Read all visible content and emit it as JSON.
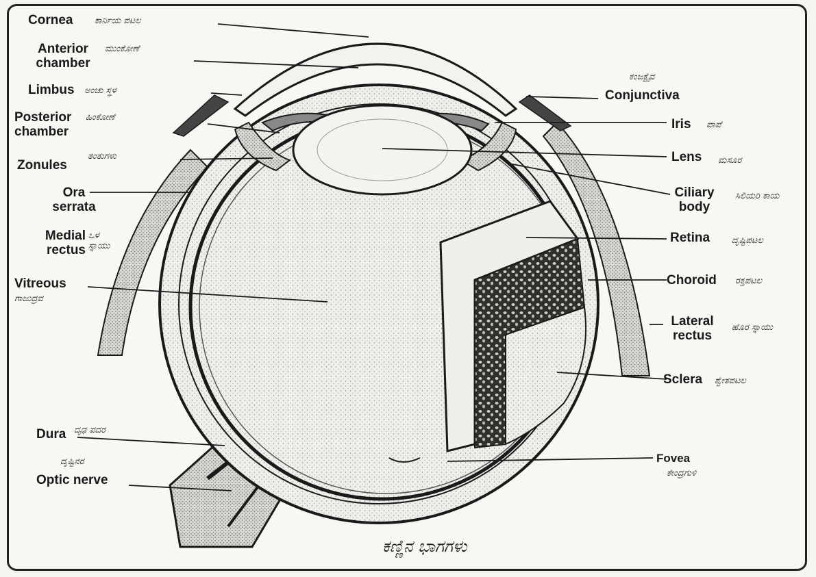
{
  "labels": {
    "cornea": "Cornea",
    "anterior_chamber": [
      "Anterior",
      "chamber"
    ],
    "limbus": "Limbus",
    "posterior_chamber": [
      "Posterior",
      "chamber"
    ],
    "zonules": "Zonules",
    "ora_serrata": [
      "Ora",
      "serrata"
    ],
    "medial_rectus": [
      "Medial",
      "rectus"
    ],
    "vitreous": "Vitreous",
    "dura": "Dura",
    "optic_nerve": "Optic nerve",
    "conjunctiva": "Conjunctiva",
    "iris": "Iris",
    "lens": "Lens",
    "ciliary_body": [
      "Ciliary",
      "body"
    ],
    "retina": "Retina",
    "choroid": "Choroid",
    "lateral_rectus": [
      "Lateral",
      "rectus"
    ],
    "sclera": "Sclera",
    "fovea": "Fovea"
  },
  "kannada": {
    "cornea": "ಕಾರ್ನಿಯ ಪಟಲ",
    "anterior_chamber": "ಮುಂಕೋಣೆ",
    "limbus": "ಅಂಚು ಸ್ಥಳ",
    "posterior_chamber": "ಹಿಂಕೋಣೆ",
    "zonules": "ತಂತುಗಳು",
    "medial_rectus": "ಒಳ ಸ್ನಾಯು",
    "vitreous": "ಗಾಜುದ್ರವ",
    "dura": "ದೃಢ ಪದರ",
    "optic_nerve": "ದೃಷ್ಟಿನರ",
    "conjunctiva": "ಕಂಜಕ್ಟೈವ",
    "iris": "ಪಾಪೆ",
    "lens": "ಮಸೂರ",
    "ciliary_body": "ಸಿಲಿಯರಿ ಕಾಯ",
    "retina": "ದೃಷ್ಟಿಪಟಲ",
    "choroid": "ರಕ್ತಪಟಲ",
    "lateral_rectus": "ಹೊರ ಸ್ನಾಯು",
    "sclera": "ಶ್ವೇತಪಟಲ",
    "fovea": "ಕೇಂದ್ರಗುಳಿ"
  },
  "caption": "ಕಣ್ಣಿನ ಭಾಗಗಳು",
  "colors": {
    "ink": "#1a1a1a",
    "stipple": "#bdbdb6",
    "paper": "#f7f7f4",
    "choroid": "#3b3b38"
  }
}
